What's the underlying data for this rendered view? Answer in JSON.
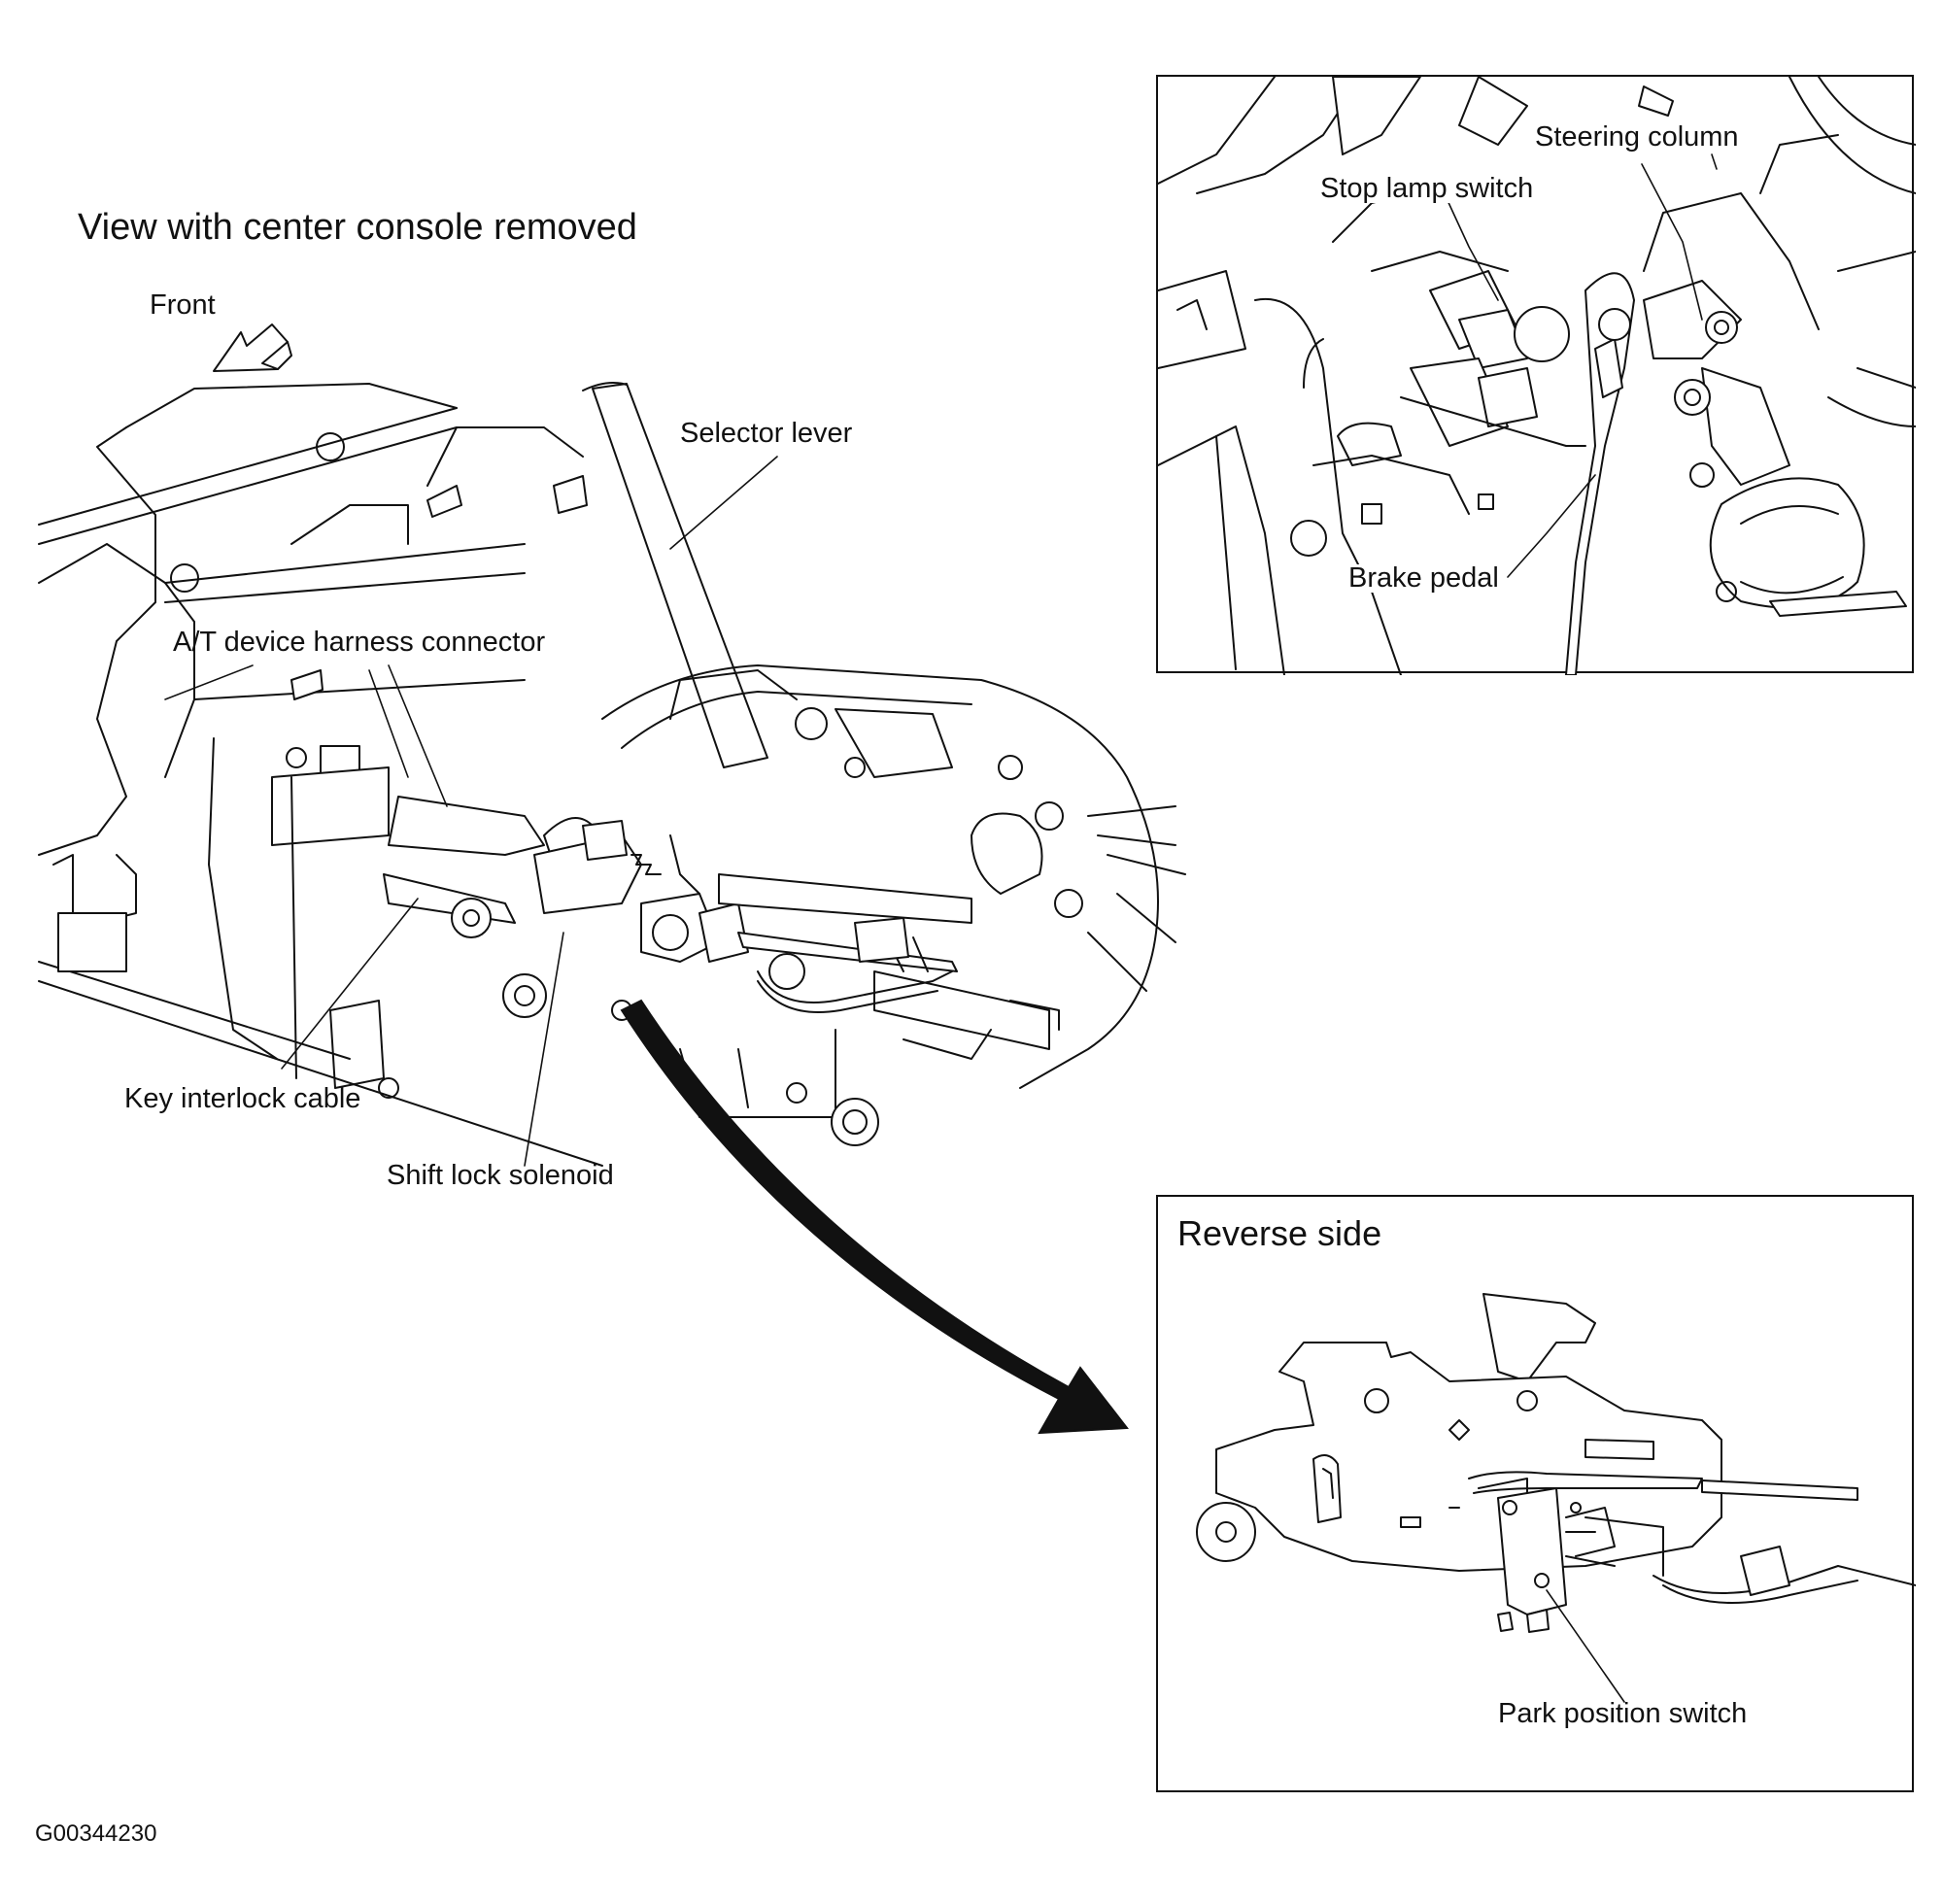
{
  "main_view": {
    "title": "View with center console removed",
    "front_label": "Front",
    "labels": {
      "selector_lever": "Selector lever",
      "harness_connector": "A/T device harness connector",
      "key_interlock_cable": "Key interlock cable",
      "shift_lock_solenoid": "Shift lock solenoid"
    }
  },
  "inset_top": {
    "labels": {
      "steering_column": "Steering column",
      "stop_lamp_switch": "Stop lamp switch",
      "brake_pedal": "Brake pedal"
    }
  },
  "inset_bottom": {
    "title": "Reverse side",
    "labels": {
      "park_position_switch": "Park position switch"
    }
  },
  "figure_code": "G00344230"
}
